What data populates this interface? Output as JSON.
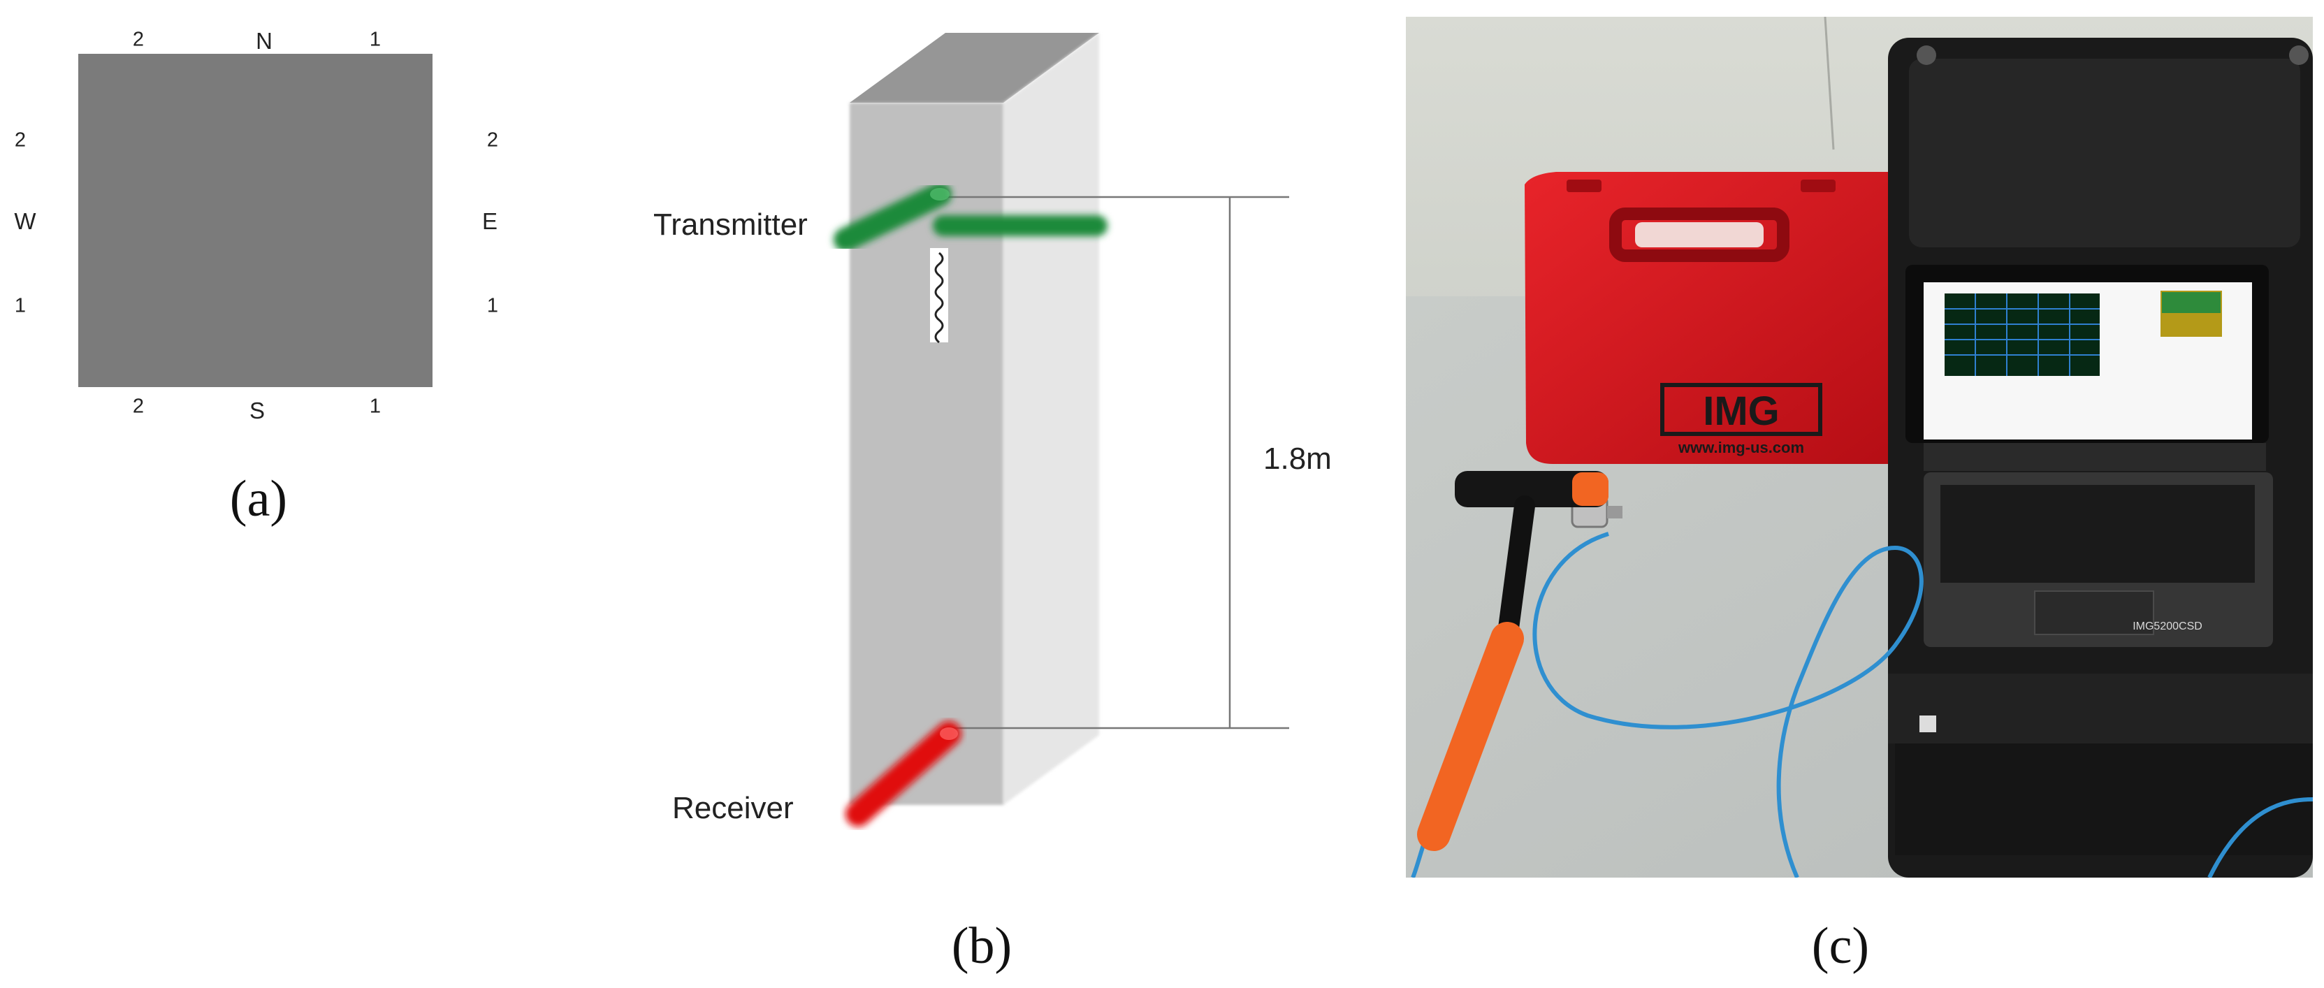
{
  "panel_a": {
    "caption": "(a)",
    "north": "N",
    "south": "S",
    "east": "E",
    "west": "W",
    "north_left": "2",
    "north_right": "1",
    "south_left": "2",
    "south_right": "1",
    "west_top": "2",
    "west_bottom": "1",
    "east_top": "2",
    "east_bottom": "1"
  },
  "panel_b": {
    "caption": "(b)",
    "transmitter_label": "Transmitter",
    "receiver_label": "Receiver",
    "distance_label": "1.8m"
  },
  "panel_c": {
    "caption": "(c)",
    "case_brand": "IMG",
    "case_url": "www.img-us.com",
    "device_model": "IMG5200CSD"
  },
  "colors": {
    "square": "#7b7b7b",
    "pile_front": "#bfbfbf",
    "pile_side": "#e6e6e6",
    "pile_top": "#969696",
    "transmitter": "#1f8a3a",
    "receiver": "#e01010",
    "case_red": "#d8141c",
    "cable_blue": "#2f8fd0",
    "hammer_orange": "#f26522"
  }
}
